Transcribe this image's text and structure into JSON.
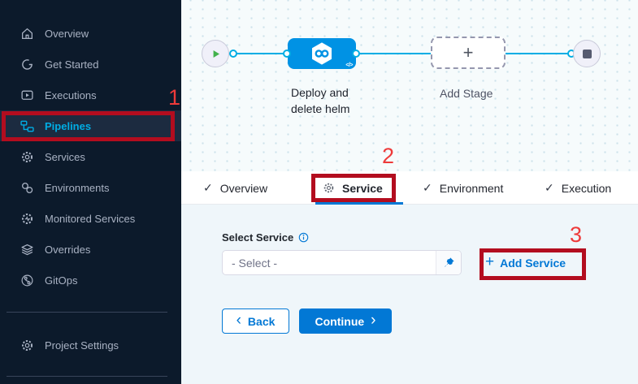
{
  "sidebar": {
    "items": [
      {
        "label": "Overview",
        "icon": "home-icon",
        "active": false
      },
      {
        "label": "Get Started",
        "icon": "get-started-icon",
        "active": false
      },
      {
        "label": "Executions",
        "icon": "executions-icon",
        "active": false
      },
      {
        "label": "Pipelines",
        "icon": "pipelines-icon",
        "active": true
      },
      {
        "label": "Services",
        "icon": "services-icon",
        "active": false
      },
      {
        "label": "Environments",
        "icon": "environments-icon",
        "active": false
      },
      {
        "label": "Monitored Services",
        "icon": "monitored-services-icon",
        "active": false
      },
      {
        "label": "Overrides",
        "icon": "overrides-icon",
        "active": false
      },
      {
        "label": "GitOps",
        "icon": "gitops-icon",
        "active": false
      }
    ],
    "footer_item": {
      "label": "Project Settings",
      "icon": "gear-icon"
    }
  },
  "canvas": {
    "start_node": "pipeline-start",
    "end_node": "pipeline-stop",
    "stage_label_line1": "Deploy and",
    "stage_label_line2": "delete helm",
    "stage_code_badge": "</>",
    "add_stage_plus": "+",
    "add_stage_label": "Add Stage"
  },
  "tabs": [
    {
      "label": "Overview",
      "state": "done"
    },
    {
      "label": "Service",
      "state": "active"
    },
    {
      "label": "Environment",
      "state": "done"
    },
    {
      "label": "Execution",
      "state": "done"
    }
  ],
  "tab_tick": "✓",
  "form": {
    "select_service_label": "Select Service",
    "select_placeholder": "- Select -",
    "add_service_plus": "+",
    "add_service_label": "Add Service",
    "back_chevron": "‹",
    "back_label": "Back",
    "continue_label": "Continue",
    "continue_chevron": "›"
  },
  "annotations": {
    "step1": "1",
    "step2": "2",
    "step3": "3"
  },
  "colors": {
    "sidebar_bg": "#0c1a2b",
    "sidebar_active_text": "#00ade4",
    "primary_blue": "#0278d5",
    "stage_blue": "#0092e4",
    "flow_line_cyan": "#00ade4",
    "annotation_box_red": "#b30d1f",
    "annotation_number_red": "#ee3a3a",
    "content_bg": "#eff6fa"
  }
}
